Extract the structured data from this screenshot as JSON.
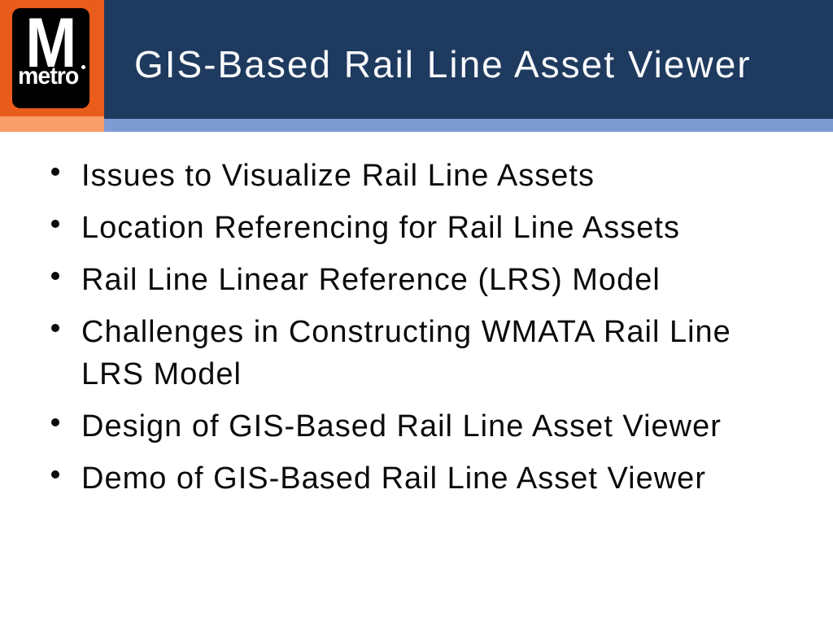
{
  "slide": {
    "header": {
      "title": "GIS-Based Rail Line Asset Viewer"
    },
    "logo": {
      "letter": "M",
      "wordmark": "metro",
      "registered_mark": "®"
    },
    "bullets": [
      "Issues to Visualize Rail Line Assets",
      "Location Referencing for Rail Line Assets",
      "Rail Line Linear Reference (LRS) Model",
      "Challenges in Constructing WMATA Rail Line LRS Model",
      "Design of GIS-Based Rail Line Asset Viewer",
      "Demo of GIS-Based Rail Line Asset Viewer"
    ],
    "colors": {
      "header_navy": "#1E3A5F",
      "header_accent_blue": "#7F9CD2",
      "logo_orange": "#E95C1B",
      "logo_accent_orange": "#F99E6B",
      "logo_background": "#000000",
      "title_text": "#F9FAFC",
      "body_text": "#0B0B0B"
    }
  }
}
